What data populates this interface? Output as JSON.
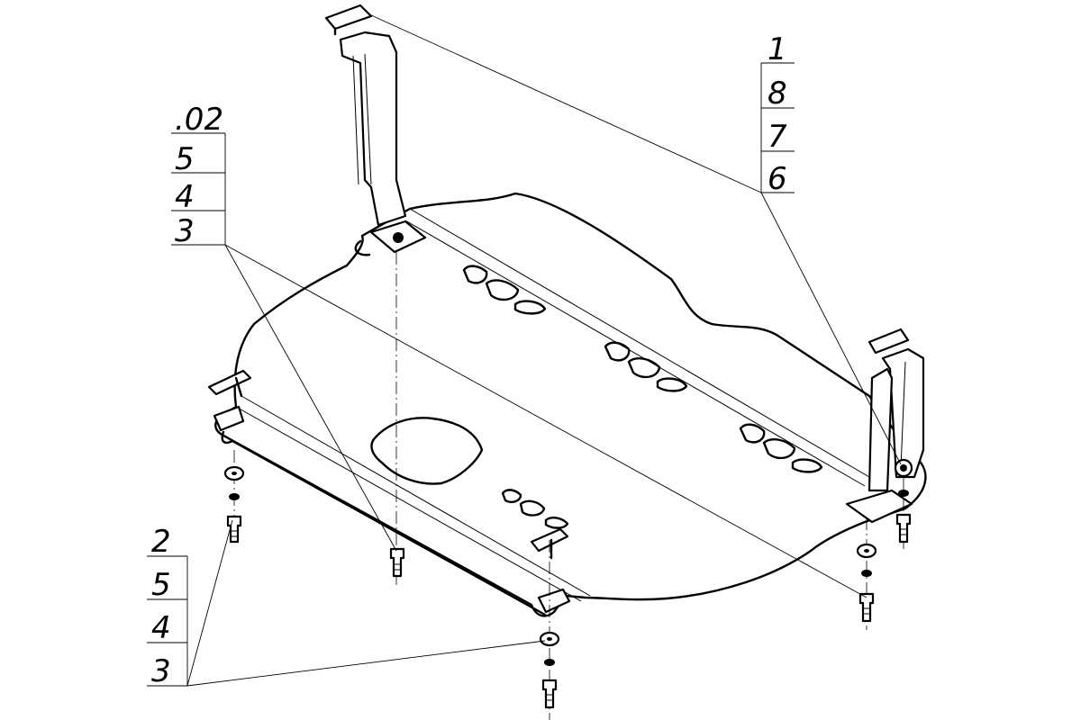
{
  "callouts": {
    "top_right": [
      "1",
      "8",
      "7",
      "6"
    ],
    "top_left": [
      ".02",
      "5",
      "4",
      "3"
    ],
    "bottom_left": [
      "2",
      "5",
      "4",
      "3"
    ]
  },
  "line_color": "#000000",
  "background_color": "#ffffff"
}
